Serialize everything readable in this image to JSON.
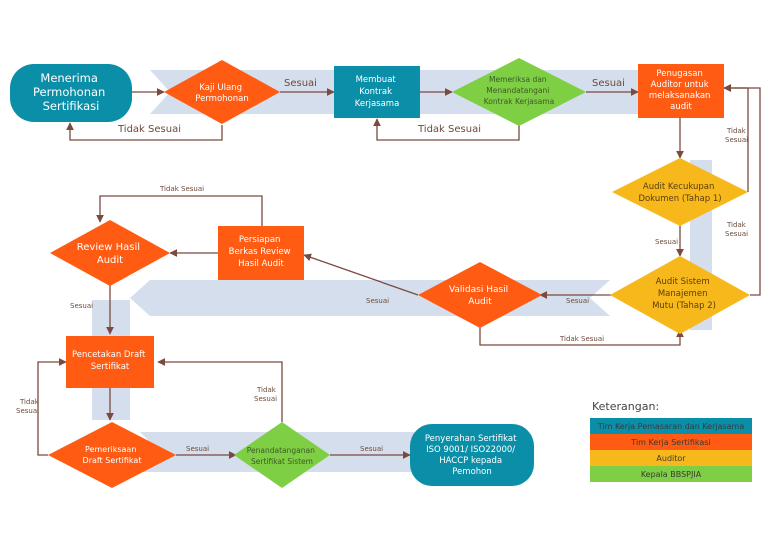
{
  "colors": {
    "teal": "#0b8fa8",
    "orange": "#ff5b12",
    "yellow": "#f7b81c",
    "green": "#7fcf45",
    "band": "#c7d3e6",
    "line": "#7a4a3f"
  },
  "nodes": {
    "menerima": [
      "Menerima",
      "Permohonan",
      "Sertifikasi"
    ],
    "kaji_ulang": [
      "Kaji Ulang",
      "Permohonan"
    ],
    "membuat_kontrak": [
      "Membuat",
      "Kontrak",
      "Kerjasama"
    ],
    "memeriksa": [
      "Memeriksa dan",
      "Menandatangani",
      "Kontrak Kerjasama"
    ],
    "penugasan": [
      "Penugasan",
      "Auditor untuk",
      "melaksanakan",
      "audit"
    ],
    "audit_kecukupan": [
      "Audit Kecukupan",
      "Dokumen (Tahap 1)"
    ],
    "audit_sistem": [
      "Audit Sistem",
      "Manajemen",
      "Mutu (Tahap 2)"
    ],
    "validasi": [
      "Validasi Hasil",
      "Audit"
    ],
    "persiapan": [
      "Persiapan",
      "Berkas Review",
      "Hasil Audit"
    ],
    "review": [
      "Review Hasil",
      "Audit"
    ],
    "pencetakan": [
      "Pencetakan Draft",
      "Sertifikat"
    ],
    "pemeriksaan": [
      "Pemeriksaan",
      "Draft Sertifikat"
    ],
    "penandatanganan": [
      "Penandatanganan",
      "Sertifikat Sistem"
    ],
    "penyerahan": [
      "Penyerahan Sertifikat",
      "ISO 9001/ ISO22000/",
      "HACCP kepada",
      "Pemohon"
    ]
  },
  "edges": {
    "sesuai": "Sesuai",
    "tidak_sesuai": "Tidak Sesuai",
    "tidak_split": [
      "Tidak",
      "Sesuai"
    ]
  },
  "legend": {
    "title": "Keterangan:",
    "items": [
      {
        "label": "Tim Kerja Pemasaran dan Kerjasama",
        "color": "#0b8fa8"
      },
      {
        "label": "Tim Kerja Sertifikasi",
        "color": "#ff5b12"
      },
      {
        "label": "Auditor",
        "color": "#f7b81c"
      },
      {
        "label": "Kepala BBSPJIA",
        "color": "#7fcf45"
      }
    ]
  }
}
